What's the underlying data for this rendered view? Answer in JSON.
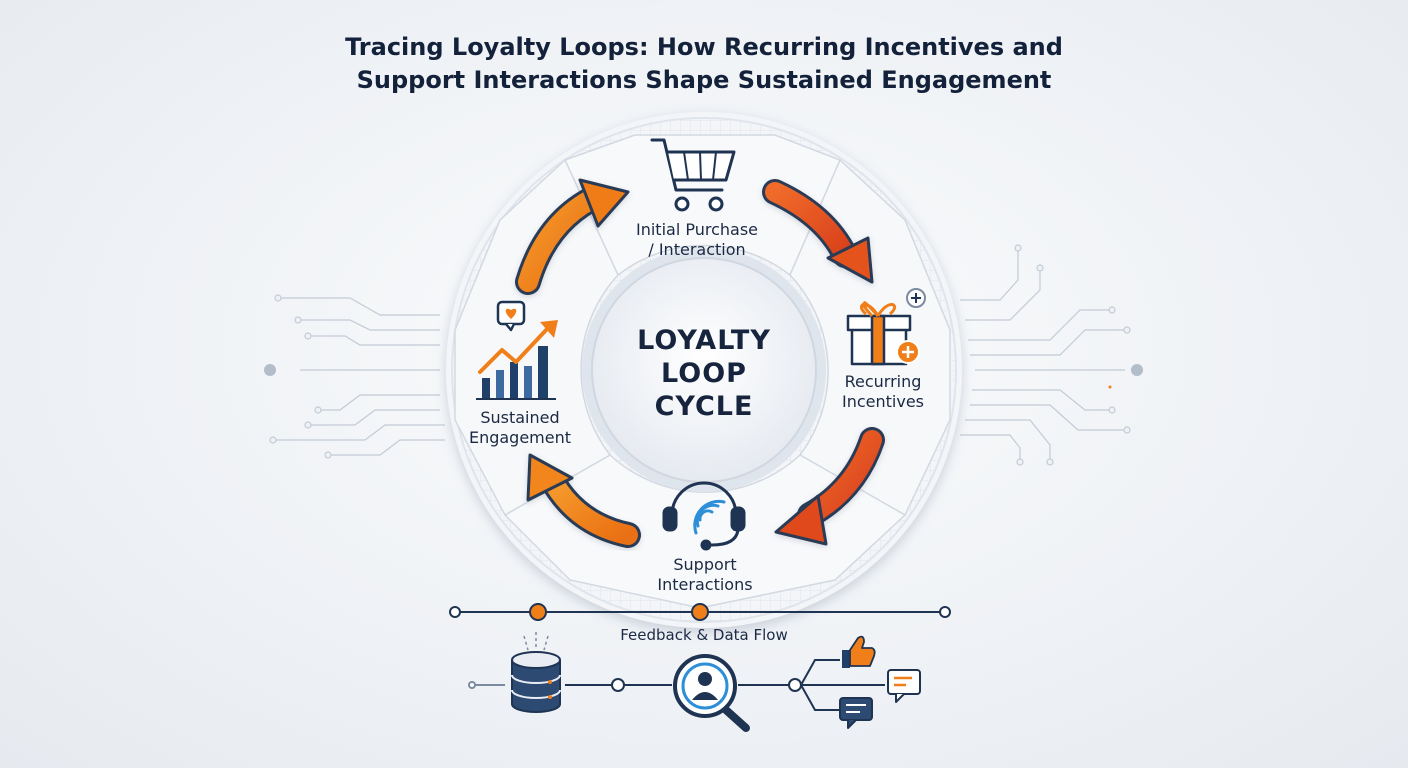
{
  "title": {
    "line1": "Tracing Loyalty Loops: How Recurring Incentives and",
    "line2": "Support Interactions Shape Sustained Engagement"
  },
  "center": {
    "line1": "LOYALTY",
    "line2": "LOOP",
    "line3": "CYCLE"
  },
  "stages": [
    {
      "line1": "Initial Purchase",
      "line2": "/ Interaction",
      "icon": "shopping-cart-icon"
    },
    {
      "line1": "Recurring",
      "line2": "Incentives",
      "icon": "gift-icon"
    },
    {
      "line1": "Support",
      "line2": "Interactions",
      "icon": "headset-icon"
    },
    {
      "line1": "Sustained",
      "line2": "Engagement",
      "icon": "growth-chart-icon"
    }
  ],
  "feedback": {
    "label": "Feedback & Data Flow",
    "icons": [
      "database-icon",
      "user-search-icon",
      "thumbs-up-icon",
      "chat-bubble-icon",
      "message-icon"
    ]
  },
  "colors": {
    "accent_orange": "#f07f1a",
    "accent_red": "#e14b1f",
    "navy": "#1f4068",
    "ring_light": "#f4f6f9"
  }
}
